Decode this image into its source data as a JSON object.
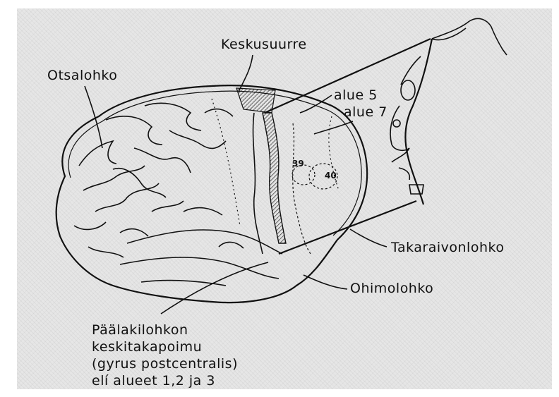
{
  "labels": {
    "keskusuurre": "Keskusuurre",
    "otsalohko": "Otsalohko",
    "alue5": "alue 5",
    "alue7": "alue 7",
    "takaraivonlohko": "Takaraivonlohko",
    "ohimolohko": "Ohimolohko"
  },
  "area_numbers": {
    "a39": "39",
    "a40": "40"
  },
  "caption": {
    "line1": "Päälakilohkon",
    "line2": "keskitakapoimu",
    "line3": "(gyrus postcentralis)",
    "line4": "elí alueet 1,2 ja 3"
  },
  "colors": {
    "ink": "#111111",
    "background": "#e6e6e6"
  },
  "icons": [
    "brain-illustration",
    "sensory-homunculus"
  ]
}
